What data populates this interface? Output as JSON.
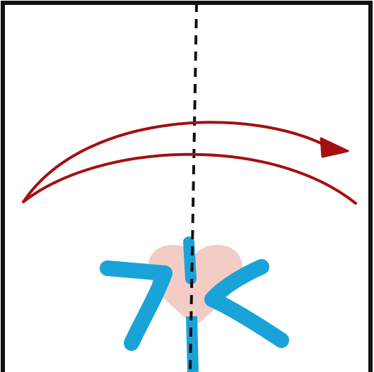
{
  "diagram": {
    "description_free": true,
    "colors": {
      "frame": "#111111",
      "background": "#ffffff",
      "midline": "#111111",
      "arrow": "#a50f12",
      "limbs": "#1aa3d8",
      "midline_accent": "#1aa3d8",
      "heart": "#f2c6c0"
    },
    "elements": {
      "frame": "square-frame",
      "midline": "dashed-vertical-midline",
      "arrow": "curved-arrow-right",
      "body_shape": "heart-shape",
      "left_limb": "left-bracket-limb",
      "right_limb": "right-chevron-limb",
      "center_stem": "blue-center-stem"
    }
  }
}
